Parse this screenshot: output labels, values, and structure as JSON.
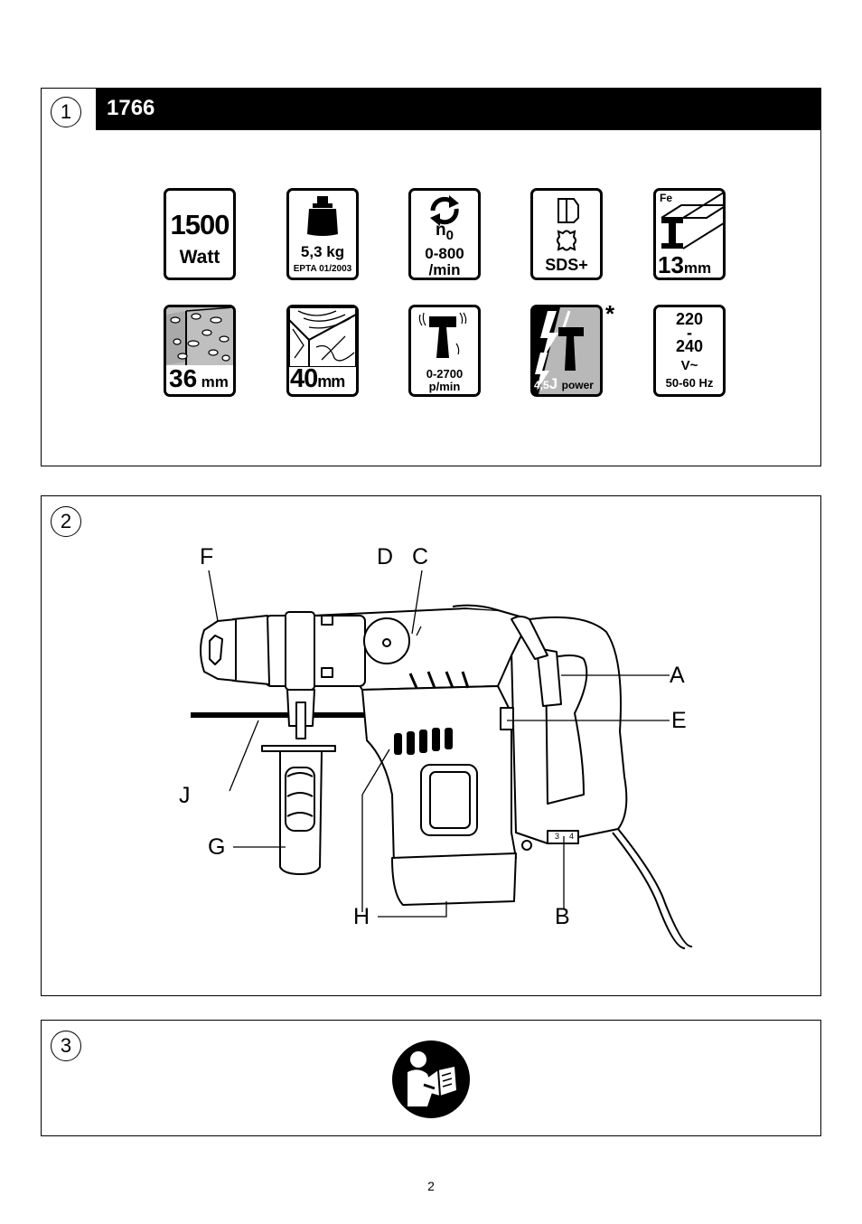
{
  "panel1": {
    "number": "1",
    "model": "1766",
    "icons": {
      "power": {
        "value": "1500",
        "unit": "Watt"
      },
      "weight": {
        "value": "5,3 kg",
        "standard": "EPTA 01/2003"
      },
      "speed": {
        "symbol": "n",
        "subscript": "0",
        "value": "0-800",
        "unit": "/min"
      },
      "chuck": {
        "label": "SDS+"
      },
      "steel": {
        "material": "Fe",
        "value": "13",
        "unit": "mm"
      },
      "concrete": {
        "value": "36",
        "unit": "mm"
      },
      "wood": {
        "value": "40",
        "unit": "mm"
      },
      "impact": {
        "value": "0-2700",
        "unit": "p/min"
      },
      "energy": {
        "value": "4,5",
        "unit": "J",
        "label": "power",
        "asterisk": "*"
      },
      "voltage": {
        "line1": "220",
        "line2": "-",
        "line3": "240",
        "line4": "V~",
        "line5": "50-60 Hz"
      }
    }
  },
  "panel2": {
    "number": "2",
    "labels": {
      "a": "A",
      "b": "B",
      "c": "C",
      "d": "D",
      "e": "E",
      "f": "F",
      "g": "G",
      "h": "H",
      "j": "J"
    },
    "switch_marks": {
      "left": "3",
      "right": "4"
    }
  },
  "panel3": {
    "number": "3"
  },
  "page_number": "2"
}
